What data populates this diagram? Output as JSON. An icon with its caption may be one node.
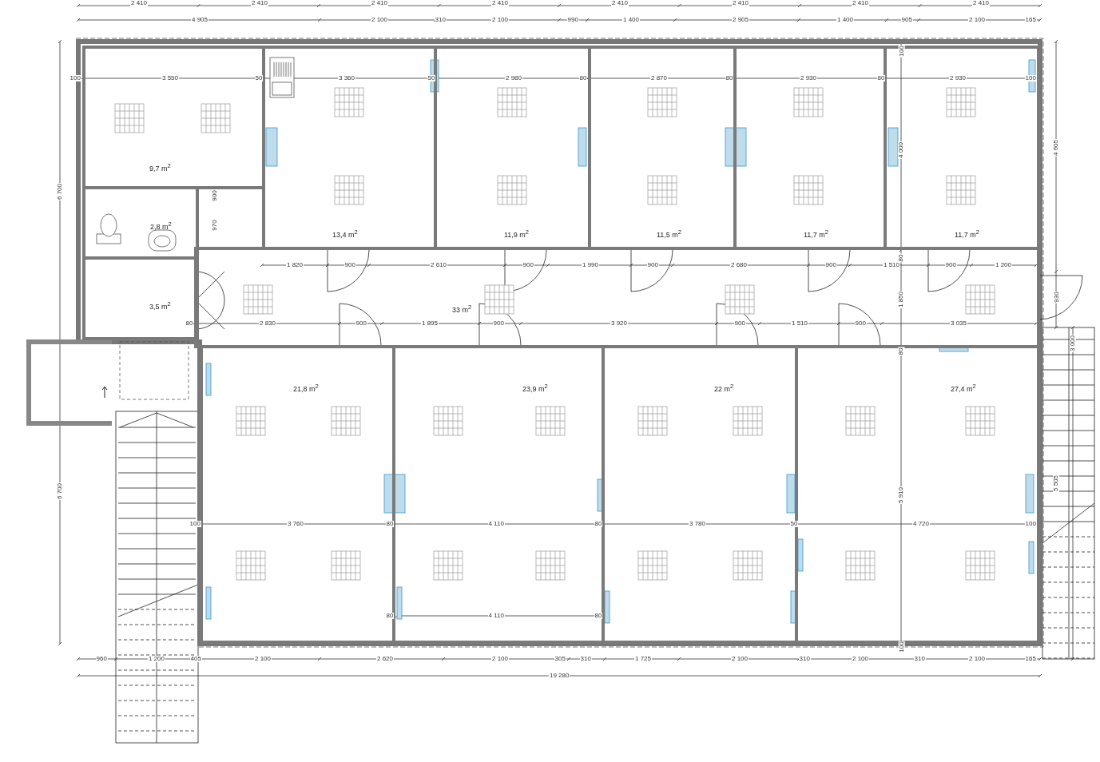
{
  "diagram": {
    "nodes": [
      {
        "text": [
          "9,7 m$^{2}$"
        ]
      },
      {
        "text": [
          "2,8 m$^{2}$"
        ]
      },
      {
        "text": [
          "3,5 m$^{2}$"
        ]
      },
      {
        "text": [
          "13,4 m$^{2}$"
        ]
      },
      {
        "text": [
          "11,9 m$^{2}$"
        ]
      },
      {
        "text": [
          "11,5 m$^{2}$"
        ]
      },
      {
        "text": [
          "11,7 m$^{2}$"
        ]
      },
      {
        "text": [
          "11,7 m$^{2}$"
        ]
      },
      {
        "text": [
          "33 m$^{2}$"
        ]
      },
      {
        "text": [
          "21,8 m$^{2}$"
        ]
      },
      {
        "text": [
          "23,9 m$^{2}$"
        ]
      },
      {
        "text": [
          "22 m$^{2}$"
        ]
      },
      {
        "text": [
          "27,4 m$^{2}$"
        ]
      }
    ],
    "edges": [],
    "labels": [
      "2 410",
      "2 410",
      "2 410",
      "2 410",
      "2 410",
      "2 410",
      "2 410",
      "2 410",
      "4 905",
      "2 100",
      "310",
      "2 100",
      "990",
      "1 400",
      "2 905",
      "1 400",
      "905",
      "2 100",
      "165",
      "100",
      "3 550",
      "50",
      "3 360",
      "50",
      "2 980",
      "80",
      "2 870",
      "80",
      "2 930",
      "80",
      "2 930",
      "100",
      "100",
      "4 000",
      "4 605",
      "6 700",
      "900",
      "970",
      "1 820",
      "900",
      "2 610",
      "900",
      "1 990",
      "900",
      "2 680",
      "900",
      "1 510",
      "900",
      "1 200",
      "80",
      "1 850",
      "930",
      "80",
      "2 830",
      "900",
      "1 895",
      "900",
      "3 920",
      "900",
      "1 510",
      "900",
      "3 035",
      "80",
      "3 000",
      "100",
      "3 760",
      "80",
      "4 110",
      "80",
      "3 780",
      "50",
      "4 720",
      "100",
      "6 700",
      "5 910",
      "5 505",
      "80",
      "4 110",
      "80",
      "100",
      "960",
      "1 200",
      "405",
      "2 100",
      "2 620",
      "2 100",
      "305",
      "310",
      "1 725",
      "2 100",
      "310",
      "2 100",
      "310",
      "2 100",
      "165",
      "19 280"
    ]
  }
}
